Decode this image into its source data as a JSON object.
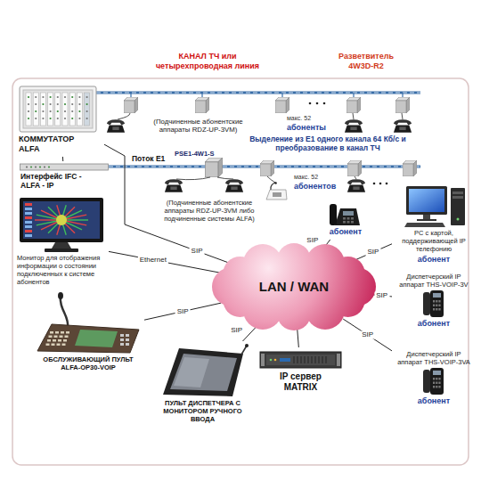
{
  "diagram": {
    "nodes": [
      {
        "text": [
          "КОММУТАТОР ALFA"
        ]
      },
      {
        "text": [
          "Интерфейс IFC - ALFA - IP"
        ]
      },
      {
        "text": [
          "Монитор для отображения информации о состоянии подключенных к системе абонентов"
        ]
      },
      {
        "text": [
          "LAN / WAN"
        ]
      },
      {
        "text": [
          "абонент"
        ]
      },
      {
        "text": [
          "PC с картой, поддерживающей IP телефонию",
          "абонент"
        ]
      },
      {
        "text": [
          "Диспетчерский IP аппарат THS-VOIP-3V",
          "абонент"
        ]
      },
      {
        "text": [
          "Диспетчерский IP аппарат THS-VOIP-3VA",
          "абонент"
        ]
      },
      {
        "text": [
          "IP сервер MATRIX"
        ]
      },
      {
        "text": [
          "ПУЛЬТ ДИСПЕТЧЕРА С МОНИТОРОМ РУЧНОГО ВВОДА"
        ]
      },
      {
        "text": [
          "ОБСЛУЖИВАЮЩИЙ ПУЛЬТ ALFA-OP30-VOIP"
        ]
      }
    ],
    "edges": [
      {
        "from": 0,
        "to": 1,
        "arrow": "none"
      },
      {
        "from": 0,
        "to": 3,
        "label": "SIP",
        "arrow": "none"
      },
      {
        "from": 2,
        "to": 3,
        "label": "Ethernet",
        "arrow": "none"
      },
      {
        "from": 4,
        "to": 3,
        "label": "SIP",
        "arrow": "none"
      },
      {
        "from": 5,
        "to": 3,
        "label": "SIP",
        "arrow": "none"
      },
      {
        "from": 6,
        "to": 3,
        "label": "SIP",
        "arrow": "none"
      },
      {
        "from": 7,
        "to": 3,
        "label": "SIP",
        "arrow": "none"
      },
      {
        "from": 8,
        "to": 3,
        "arrow": "none"
      },
      {
        "from": 9,
        "to": 3,
        "label": "SIP",
        "arrow": "none"
      },
      {
        "from": 10,
        "to": 3,
        "label": "SIP",
        "arrow": "none"
      }
    ],
    "labels": [
      "КАНАЛ ТЧ или четырехпроводная линия",
      "Разветвитель 4W3D-R2",
      "(Подчиненные абонентские аппараты RDZ-UP-3VM)",
      "макс. 52",
      "абоненты",
      "Поток E1",
      "Выделение из E1 одного канала 64 Кб/с и преобразование в канал ТЧ",
      "PSE1-4W1-S",
      "макс. 52",
      "абонентов",
      "(Подчиненные абонентские аппараты RDZ-UP-3VM либо подчиненные системы ALFA)"
    ]
  }
}
